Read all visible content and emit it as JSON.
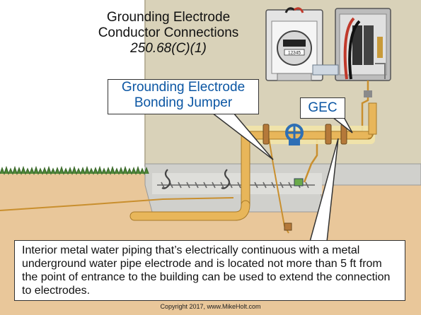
{
  "title": {
    "line1": "Grounding Electrode",
    "line2": "Conductor Connections",
    "code_ref": "250.68(C)(1)"
  },
  "callouts": {
    "bonding_jumper": {
      "line1": "Grounding Electrode",
      "line2": "Bonding Jumper"
    },
    "gec": "GEC"
  },
  "meter_display": "12345",
  "note": "Interior metal water piping that’s electrically continuous with a metal underground water pipe electrode and is located not more than 5 ft from the point of entrance to the building can be used to extend the connection to electrodes.",
  "copyright": "Copyright 2017, www.MikeHolt.com",
  "colors": {
    "callout_text": "#0b56a3",
    "wall": "#d9d2b9",
    "soil": "#e9c79a",
    "pipe": "#e8b65a",
    "valve": "#2e6fb5",
    "grass": "#3f6d2e"
  }
}
